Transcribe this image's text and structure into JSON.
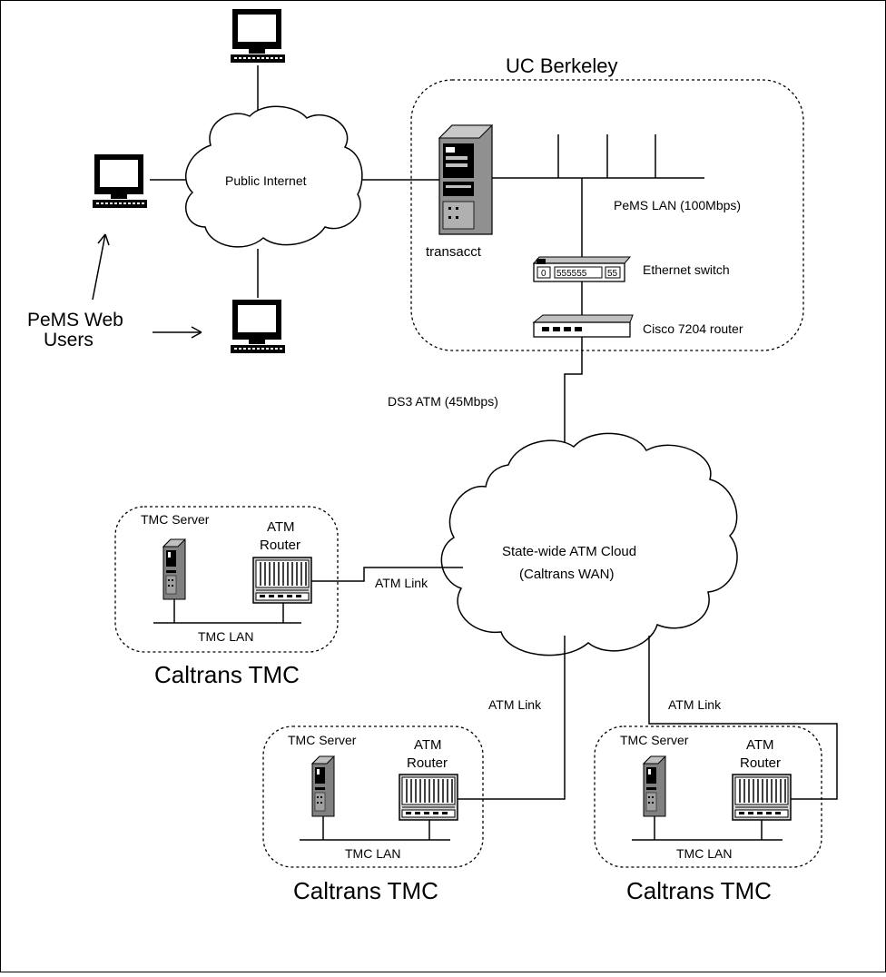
{
  "labels": {
    "uc_berkeley": "UC Berkeley",
    "public_internet": "Public Internet",
    "transacct": "transacct",
    "pems_lan": "PeMS LAN (100Mbps)",
    "ethernet_switch": "Ethernet switch",
    "cisco_router": "Cisco 7204 router",
    "ds3_atm": "DS3 ATM (45Mbps)",
    "atm_cloud_line1": "State-wide ATM Cloud",
    "atm_cloud_line2": "(Caltrans WAN)",
    "pems_users_line1": "PeMS Web",
    "pems_users_line2": "Users"
  },
  "tmc_sites": [
    {
      "server_label": "TMC Server",
      "router_label_line1": "ATM",
      "router_label_line2": "Router",
      "lan_label": "TMC LAN",
      "site_label": "Caltrans TMC",
      "link_label": "ATM Link"
    },
    {
      "server_label": "TMC Server",
      "router_label_line1": "ATM",
      "router_label_line2": "Router",
      "lan_label": "TMC LAN",
      "site_label": "Caltrans TMC",
      "link_label": "ATM Link"
    },
    {
      "server_label": "TMC Server",
      "router_label_line1": "ATM",
      "router_label_line2": "Router",
      "lan_label": "TMC LAN",
      "site_label": "Caltrans TMC",
      "link_label": "ATM Link"
    }
  ],
  "switch_port_labels": [
    "0",
    "555555",
    "55"
  ]
}
